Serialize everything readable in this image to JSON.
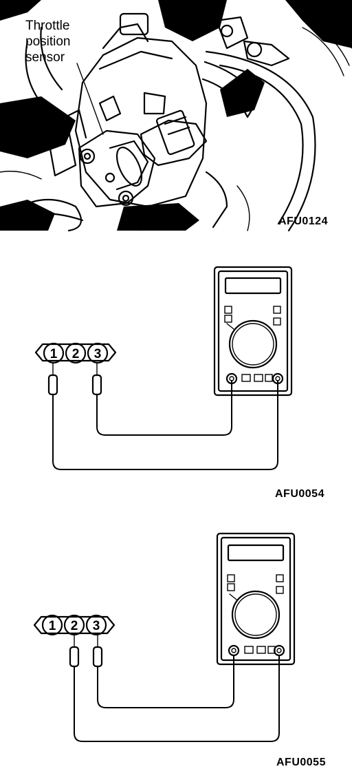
{
  "engine_view": {
    "callout": [
      "Throttle",
      "position",
      "sensor"
    ],
    "code": "AFU0124"
  },
  "test_1": {
    "connector_pins": [
      "1",
      "2",
      "3"
    ],
    "code": "AFU0054"
  },
  "test_2": {
    "connector_pins": [
      "1",
      "2",
      "3"
    ],
    "code": "AFU0055"
  }
}
